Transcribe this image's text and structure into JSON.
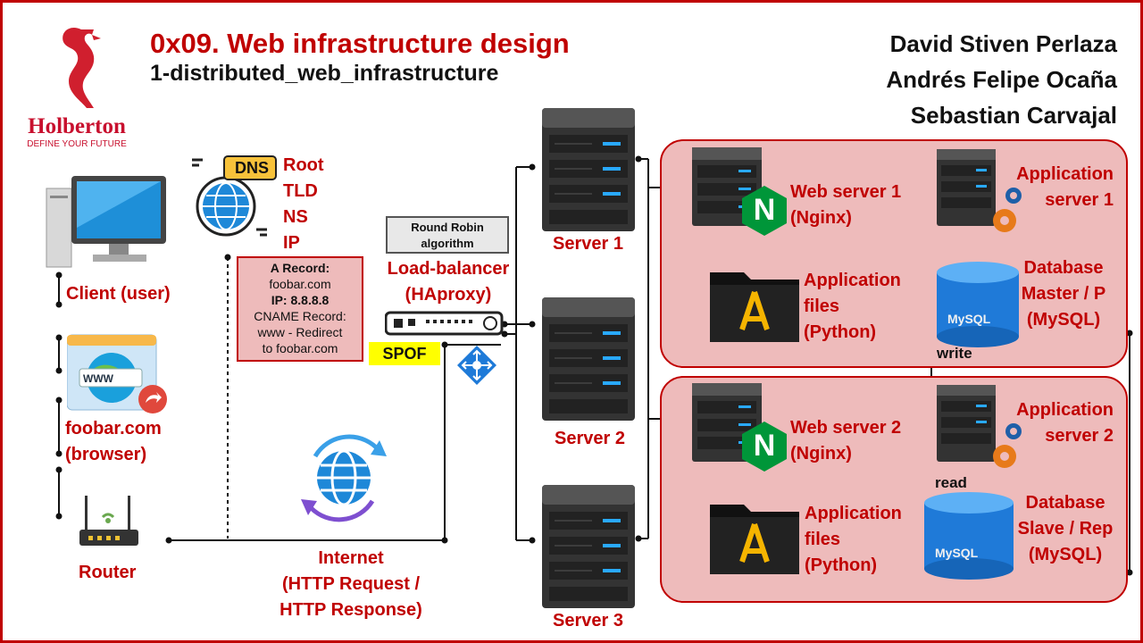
{
  "header": {
    "title": "0x09. Web infrastructure design",
    "subtitle": "1-distributed_web_infrastructure",
    "authors": [
      "David Stiven Perlaza",
      "Andrés Felipe Ocaña",
      "Sebastian Carvajal"
    ]
  },
  "logo": {
    "name": "Holberton",
    "tagline": "DEFINE YOUR FUTURE"
  },
  "client": {
    "label": "Client (user)"
  },
  "browser": {
    "icon_text": "WWW",
    "label_line1": "foobar.com",
    "label_line2": "(browser)"
  },
  "router": {
    "label": "Router"
  },
  "dns": {
    "icon_text": "DNS",
    "levels": [
      "Root",
      "TLD",
      "NS",
      "IP"
    ],
    "record": {
      "line1": "A Record:",
      "line2": "foobar.com",
      "line3": "IP: 8.8.8.8",
      "line4": "CNAME Record:",
      "line5": "www - Redirect",
      "line6": "to foobar.com"
    }
  },
  "internet": {
    "line1": "Internet",
    "line2": "(HTTP Request /",
    "line3": "HTTP Response)"
  },
  "load_balancer": {
    "algorithm_line1": "Round Robin",
    "algorithm_line2": "algorithm",
    "label_line1": "Load-balancer",
    "label_line2": "(HAproxy)",
    "spof": "SPOF"
  },
  "servers": [
    {
      "label": "Server 1"
    },
    {
      "label": "Server 2"
    },
    {
      "label": "Server 3"
    }
  ],
  "cluster1": {
    "web_line1": "Web server 1",
    "web_line2": "(Nginx)",
    "app_line1": "Application",
    "app_line2": "server 1",
    "files_line1": "Application",
    "files_line2": "files",
    "files_line3": "(Python)",
    "db_line1": "Database",
    "db_line2": "Master / P",
    "db_line3": "(MySQL)",
    "db_mode": "write",
    "db_logo": "MySQL"
  },
  "cluster2": {
    "web_line1": "Web server 2",
    "web_line2": "(Nginx)",
    "app_line1": "Application",
    "app_line2": "server 2",
    "files_line1": "Application",
    "files_line2": "files",
    "files_line3": "(Python)",
    "db_line1": "Database",
    "db_line2": "Slave / Rep",
    "db_line3": "(MySQL)",
    "db_mode": "read",
    "db_logo": "MySQL"
  },
  "nginx_letter": "N",
  "colors": {
    "accent_red": "#c00000",
    "panel_fill": "#eebbbb",
    "spof_yellow": "#ffff00",
    "nginx_green": "#009639"
  }
}
